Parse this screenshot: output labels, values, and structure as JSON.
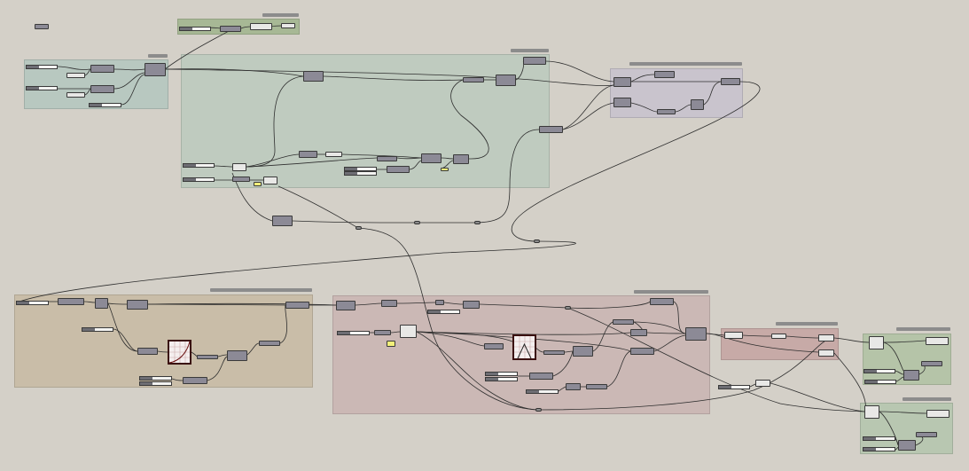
{
  "canvas": {
    "background": "#d4d0c8",
    "wire_color": "#2e2e2e",
    "node_colors": {
      "component": "#8c8a96",
      "panel": "#e8e8e6",
      "note": "#f2f07a",
      "graph": "#f4eeee"
    }
  },
  "groups": [
    {
      "name": "green-top-small",
      "color": "#a7b895"
    },
    {
      "name": "teal-left",
      "color": "#b8c8c0"
    },
    {
      "name": "green-main",
      "color": "#bfcbbf"
    },
    {
      "name": "lavender",
      "color": "#c9c4cd"
    },
    {
      "name": "tan",
      "color": "#c9bda8"
    },
    {
      "name": "rose-main",
      "color": "#cbb8b5"
    },
    {
      "name": "rose-small",
      "color": "#c7aaa7"
    },
    {
      "name": "green-right-upper",
      "color": "#b5c4a8"
    },
    {
      "name": "green-right-lower",
      "color": "#b8c7b1"
    }
  ],
  "graphs": [
    {
      "name": "graph-mapper-curve",
      "curve": "exponential"
    },
    {
      "name": "graph-mapper-triangle",
      "curve": "triangle"
    }
  ]
}
